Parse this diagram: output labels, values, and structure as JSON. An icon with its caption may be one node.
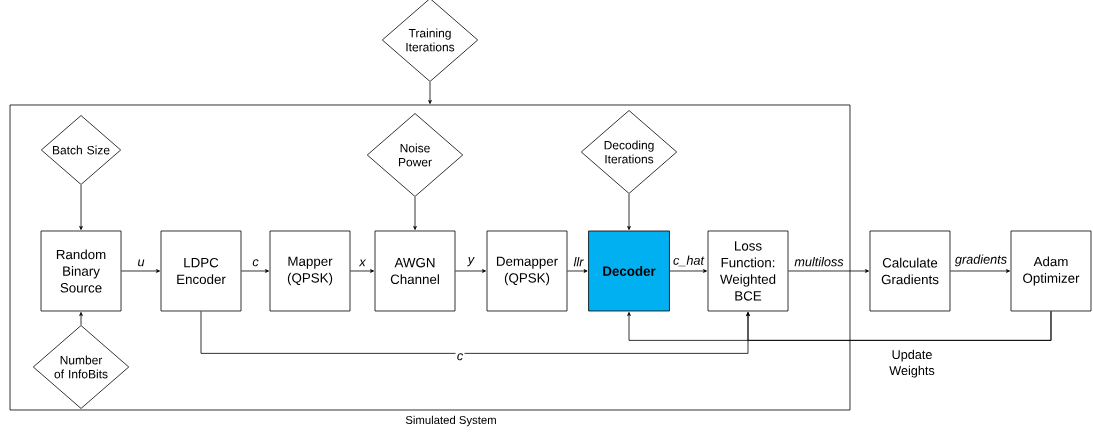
{
  "diagram": {
    "nodes": [
      {
        "text": [
          "Simulated System"
        ]
      },
      {
        "text": [
          "Training Iterations"
        ]
      },
      {
        "text": [
          "Batch Size"
        ],
        "in": 0
      },
      {
        "text": [
          "Noise Power"
        ],
        "in": 0
      },
      {
        "text": [
          "Decoding Iterations"
        ],
        "in": 0
      },
      {
        "text": [
          "Random Binary Source"
        ],
        "in": 0
      },
      {
        "text": [
          "LDPC Encoder"
        ],
        "in": 0
      },
      {
        "text": [
          "Mapper (QPSK)"
        ],
        "in": 0
      },
      {
        "text": [
          "AWGN Channel"
        ],
        "in": 0
      },
      {
        "text": [
          "Demapper (QPSK)"
        ],
        "in": 0
      },
      {
        "text": [
          "Decoder"
        ],
        "in": 0
      },
      {
        "text": [
          "Loss Function: Weighted BCE"
        ],
        "in": 0
      },
      {
        "text": [
          "Number of InfoBits"
        ],
        "in": 0
      },
      {
        "text": [
          "Calculate Gradients"
        ]
      },
      {
        "text": [
          "Adam Optimizer"
        ]
      }
    ],
    "edges": [
      {
        "from": 1,
        "to": 0,
        "arrow": "to"
      },
      {
        "from": 2,
        "to": 5,
        "arrow": "to"
      },
      {
        "from": 12,
        "to": 5,
        "arrow": "to"
      },
      {
        "from": 5,
        "to": 6,
        "arrow": "to",
        "label": "u"
      },
      {
        "from": 6,
        "to": 7,
        "arrow": "to",
        "label": "c"
      },
      {
        "from": 7,
        "to": 8,
        "arrow": "to",
        "label": "x"
      },
      {
        "from": 3,
        "to": 8,
        "arrow": "to"
      },
      {
        "from": 8,
        "to": 9,
        "arrow": "to",
        "label": "y"
      },
      {
        "from": 9,
        "to": 10,
        "arrow": "to",
        "label": "llr"
      },
      {
        "from": 4,
        "to": 10,
        "arrow": "to"
      },
      {
        "from": 10,
        "to": 11,
        "arrow": "to",
        "label": "c_hat"
      },
      {
        "from": 6,
        "to": 11,
        "arrow": "to",
        "label": "c"
      },
      {
        "from": 11,
        "to": 13,
        "arrow": "to",
        "label": "multiloss"
      },
      {
        "from": 13,
        "to": 14,
        "arrow": "to",
        "label": "gradients"
      },
      {
        "from": 14,
        "to": 10,
        "arrow": "to",
        "label": "Update Weights"
      },
      {
        "from": 14,
        "to": 11,
        "arrow": "to"
      }
    ]
  }
}
